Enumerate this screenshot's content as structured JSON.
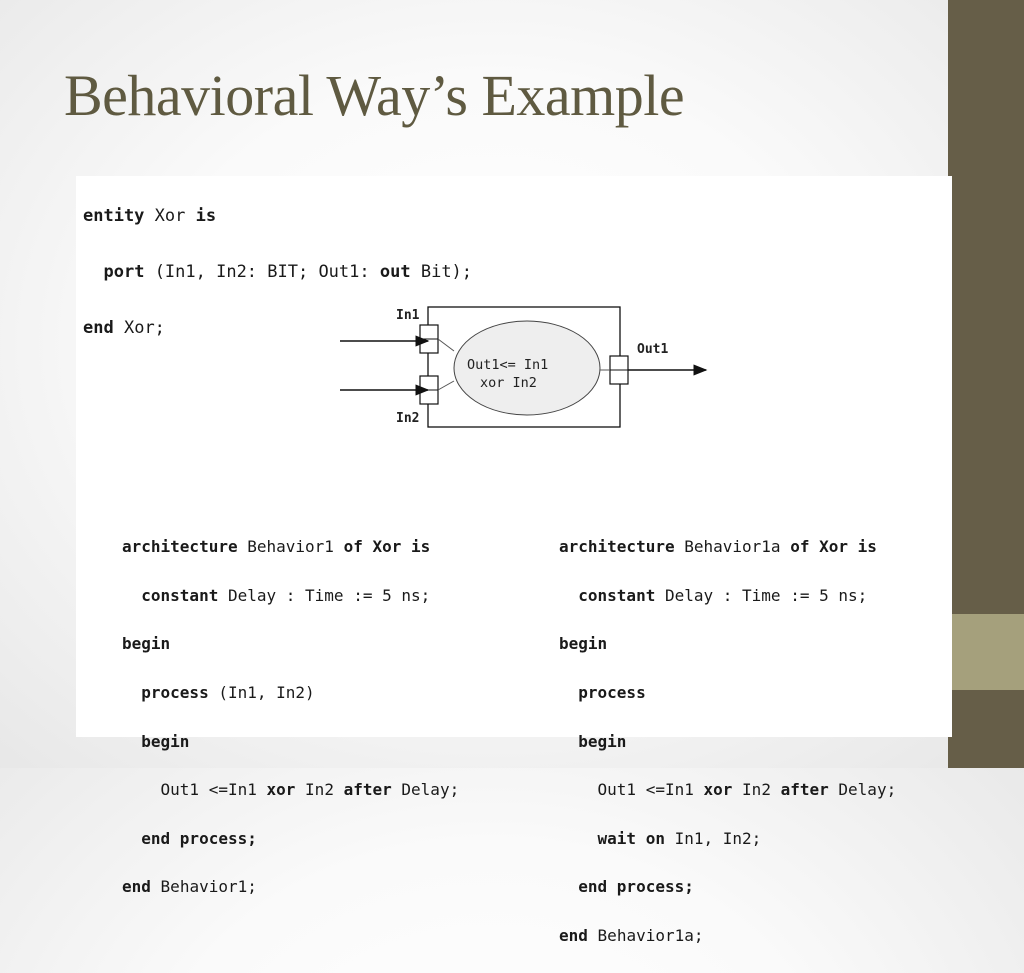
{
  "slide": {
    "title": "Behavioral Way’s Example"
  },
  "entity": {
    "kw_entity": "entity",
    "name": "Xor",
    "kw_is": "is",
    "kw_port": "port",
    "port_params": "(In1, In2: BIT; Out1:",
    "kw_out": "out",
    "port_type": "Bit);",
    "kw_end": "end",
    "end_name": "Xor;"
  },
  "diagram": {
    "in1_label": "In1",
    "in2_label": "In2",
    "out1_label": "Out1",
    "process_line1": "Out1<= In1",
    "process_line2": "xor In2"
  },
  "arch_left": {
    "l1_kw": "architecture",
    "l1_name": "Behavior1",
    "l1_kw2": "of Xor is",
    "l2_kw": "constant",
    "l2_rest": "Delay : Time := 5 ns;",
    "l3_kw": "begin",
    "l4_kw": "process",
    "l4_rest": "(In1, In2)",
    "l5_kw": "begin",
    "l6_a": "Out1 <=In1",
    "l6_kw_xor": "xor",
    "l6_b": "In2",
    "l6_kw_after": "after",
    "l6_c": "Delay;",
    "l7_kw": "end process;",
    "l8_kw": "end",
    "l8_name": "Behavior1;"
  },
  "arch_right": {
    "l1_kw": "architecture",
    "l1_name": "Behavior1a",
    "l1_kw2": "of Xor is",
    "l2_kw": "constant",
    "l2_rest": "Delay : Time := 5 ns;",
    "l3_kw": "begin",
    "l4_kw": "process",
    "l5_kw": "begin",
    "l6_a": "Out1 <=In1",
    "l6_kw_xor": "xor",
    "l6_b": "In2",
    "l6_kw_after": "after",
    "l6_c": "Delay;",
    "l7_kw": "wait on",
    "l7_rest": "In1, In2;",
    "l8_kw": "end process;",
    "l9_kw": "end",
    "l9_name": "Behavior1a;"
  }
}
